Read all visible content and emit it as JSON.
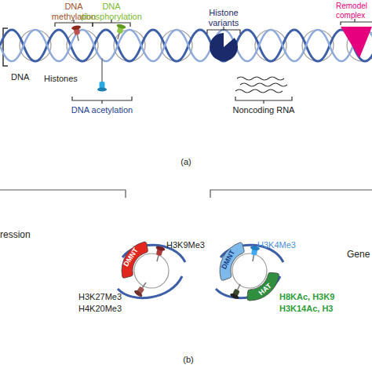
{
  "diagram": {
    "nodes": [
      {
        "text": [
          "DMNT"
        ]
      },
      {
        "text": [
          "DMNT"
        ]
      },
      {
        "text": [
          "HAT"
        ]
      }
    ],
    "labels": [
      "DNA methylation",
      "DNA phosphorylation",
      "Histone variants",
      "Remodel complex",
      "DNA",
      "Histones",
      "DNA acetylation",
      "Noncoding RNA",
      "(a)",
      "ression",
      "H3K9Me3",
      "H3K27Me3",
      "H4K20Me3",
      "H3K4Me3",
      "Gene",
      "H8KAc, H3K9",
      "H3K14Ac, H3",
      "(b)"
    ]
  }
}
